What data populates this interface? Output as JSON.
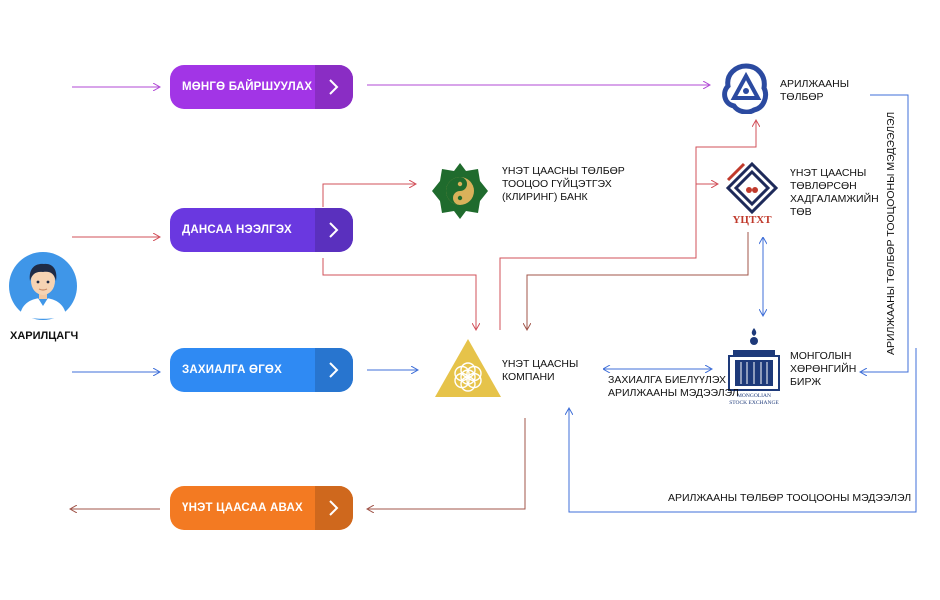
{
  "customer": {
    "label": "ХАРИЛЦАГЧ",
    "icon": "customer-avatar-icon"
  },
  "steps": [
    {
      "label": "МӨНГӨ БАЙРШУУЛАХ",
      "color": "#a235e6"
    },
    {
      "label": "ДАНСАА НЭЭЛГЭХ",
      "color": "#6a38e0"
    },
    {
      "label": "ЗАХИАЛГА ӨГӨХ",
      "color": "#2f8af3"
    },
    {
      "label": "ҮНЭТ ЦААСАА АВАХ",
      "color": "#f37a22"
    }
  ],
  "entities": {
    "settlement": {
      "lines": [
        "АРИЛЖААНЫ",
        "ТӨЛБӨР"
      ],
      "icon": "settlement-logo-icon",
      "color": "#2b4aa0"
    },
    "clearing": {
      "lines": [
        "ҮНЭТ ЦААСНЫ ТӨЛБӨР",
        "ТООЦОО ГҮЙЦЭТГЭХ",
        "(КЛИРИНГ) БАНК"
      ],
      "icon": "clearing-bank-logo-icon",
      "color": "#1f6b2d"
    },
    "depository": {
      "lines": [
        "ҮНЭТ ЦААСНЫ",
        "ТӨВЛӨРСӨН",
        "ХАДГАЛАМЖИЙН",
        "ТӨВ"
      ],
      "logo_text": "ҮЦТХТ",
      "icon": "depository-logo-icon",
      "color": "#1e2a5a",
      "accent": "#c0392b"
    },
    "broker": {
      "lines": [
        "ҮНЭТ ЦААСНЫ",
        "КОМПАНИ"
      ],
      "icon": "broker-flower-logo-icon",
      "color": "#d8b22e"
    },
    "exchange": {
      "lines": [
        "МОНГОЛЫН",
        "ХӨРӨНГИЙН",
        "БИРЖ"
      ],
      "logo_text": [
        "MONGOLIAN",
        "STOCK EXCHANGE"
      ],
      "icon": "stock-exchange-logo-icon",
      "color": "#1e3a7a"
    }
  },
  "annotations": {
    "order_execution": [
      "ЗАХИАЛГА БИЕЛҮҮЛЭХ",
      "АРИЛЖААНЫ МЭДЭЭЛЭЛ"
    ],
    "settlement_info_bottom": "АРИЛЖААНЫ ТӨЛБӨР ТООЦООНЫ МЭДЭЭЛЭЛ",
    "settlement_info_vertical": "АРИЛЖААНЫ ТӨЛБӨР ТООЦООНЫ МЭДЭЭЛЭЛ"
  },
  "flow_colors": {
    "purple": "#b24ad6",
    "red": "#d2505a",
    "blue": "#3f6fd8",
    "brown": "#a0554a"
  }
}
